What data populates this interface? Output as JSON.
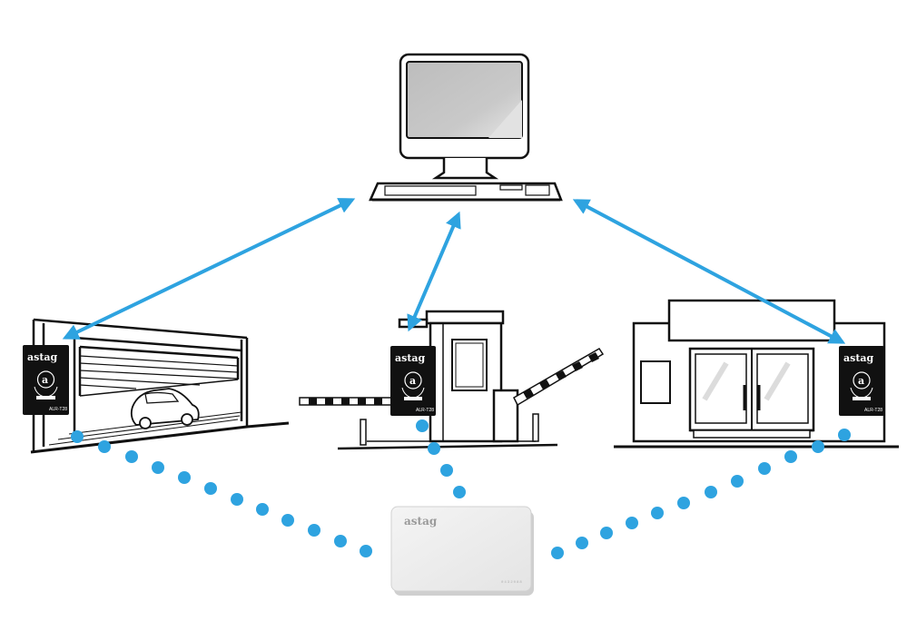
{
  "readers": [
    {
      "id": "garage",
      "brand": "astag",
      "model": "ALR-T28"
    },
    {
      "id": "booth",
      "brand": "astag",
      "model": "ALR-T28"
    },
    {
      "id": "store",
      "brand": "astag",
      "model": "ALR-T28"
    }
  ],
  "card": {
    "brand": "astag",
    "serial": "0432088"
  },
  "colors": {
    "arrow": "#2ea3e0",
    "dot": "#2ea3e0",
    "line": "#111111",
    "reader": "#111111",
    "screen": "#c4c4c4",
    "card": "#ededed"
  },
  "icons": [
    "computer-icon",
    "garage-icon",
    "parking-booth-icon",
    "storefront-icon",
    "rfid-reader-icon",
    "rfid-card-icon"
  ]
}
